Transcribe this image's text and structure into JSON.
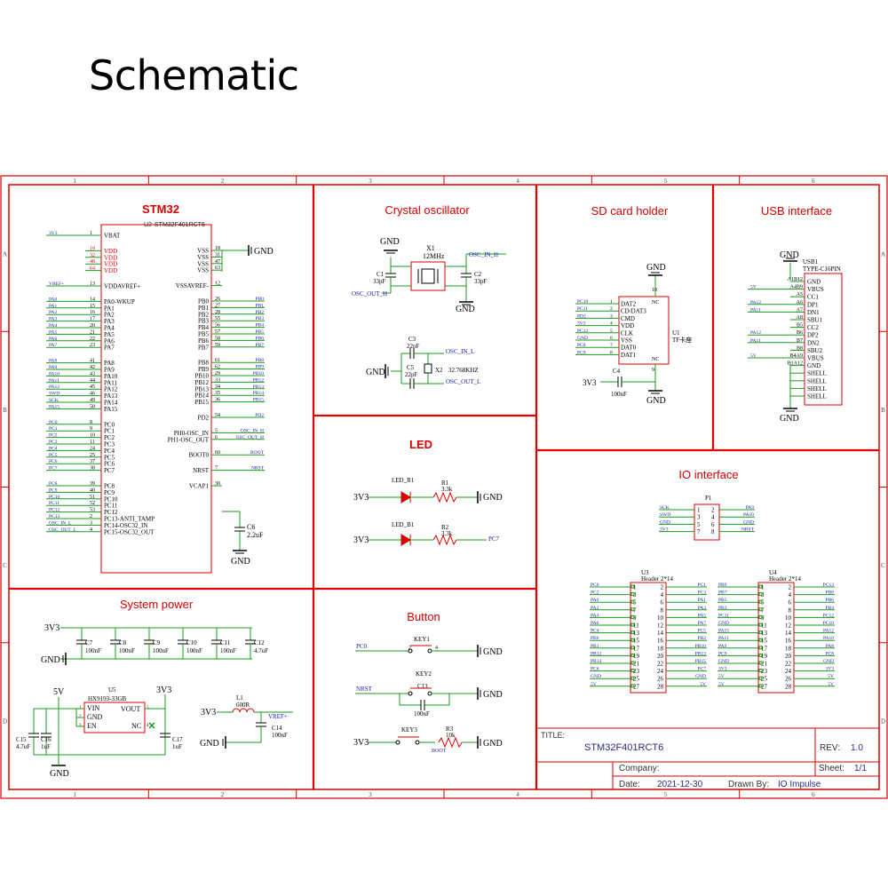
{
  "page_title": "Schematic",
  "border_cols": [
    "1",
    "2",
    "3",
    "4",
    "5",
    "6"
  ],
  "border_rows": [
    "A",
    "B",
    "C",
    "D"
  ],
  "sections": {
    "stm32": "STM32",
    "crystal": "Crystal oscillator",
    "sd": "SD card holder",
    "usb": "USB interface",
    "led": "LED",
    "io": "IO interface",
    "power": "System power",
    "button": "Button"
  },
  "stm32": {
    "ref": "U2",
    "part": "STM32F401RCT6",
    "left_groups": [
      [
        {
          "net": "3V3",
          "num": "1",
          "pin": "VBAT"
        }
      ],
      [
        {
          "net": "",
          "num": "19",
          "pin": "VDD",
          "red": true
        },
        {
          "net": "",
          "num": "32",
          "pin": "VDD",
          "red": true
        },
        {
          "net": "",
          "num": "48",
          "pin": "VDD",
          "red": true
        },
        {
          "net": "",
          "num": "64",
          "pin": "VDD",
          "red": true
        }
      ],
      [
        {
          "net": "VREF+",
          "num": "13",
          "pin": "VDDAVREF+"
        }
      ],
      [
        {
          "net": "PA0",
          "num": "14",
          "pin": "PA0-WKUP"
        },
        {
          "net": "PA1",
          "num": "15",
          "pin": "PA1"
        },
        {
          "net": "PA2",
          "num": "16",
          "pin": "PA2"
        },
        {
          "net": "PA3",
          "num": "17",
          "pin": "PA3"
        },
        {
          "net": "PA4",
          "num": "20",
          "pin": "PA4"
        },
        {
          "net": "PA5",
          "num": "21",
          "pin": "PA5"
        },
        {
          "net": "PA6",
          "num": "22",
          "pin": "PA6"
        },
        {
          "net": "PA7",
          "num": "23",
          "pin": "PA7"
        }
      ],
      [
        {
          "net": "PA8",
          "num": "41",
          "pin": "PA8"
        },
        {
          "net": "PA9",
          "num": "42",
          "pin": "PA9"
        },
        {
          "net": "PA10",
          "num": "43",
          "pin": "PA10"
        },
        {
          "net": "PA11",
          "num": "44",
          "pin": "PA11"
        },
        {
          "net": "PA12",
          "num": "45",
          "pin": "PA12"
        },
        {
          "net": "SWD",
          "num": "46",
          "pin": "PA13"
        },
        {
          "net": "SCK",
          "num": "49",
          "pin": "PA14"
        },
        {
          "net": "PA15",
          "num": "50",
          "pin": "PA15"
        }
      ],
      [
        {
          "net": "PC0",
          "num": "8",
          "pin": "PC0"
        },
        {
          "net": "PC1",
          "num": "9",
          "pin": "PC1"
        },
        {
          "net": "PC2",
          "num": "10",
          "pin": "PC2"
        },
        {
          "net": "PC3",
          "num": "11",
          "pin": "PC3"
        },
        {
          "net": "PC4",
          "num": "24",
          "pin": "PC4"
        },
        {
          "net": "PC5",
          "num": "25",
          "pin": "PC5"
        },
        {
          "net": "PC6",
          "num": "37",
          "pin": "PC6"
        },
        {
          "net": "PC7",
          "num": "38",
          "pin": "PC7"
        }
      ],
      [
        {
          "net": "PC8",
          "num": "39",
          "pin": "PC8"
        },
        {
          "net": "PC9",
          "num": "40",
          "pin": "PC9"
        },
        {
          "net": "PC10",
          "num": "51",
          "pin": "PC10"
        },
        {
          "net": "PC11",
          "num": "52",
          "pin": "PC11"
        },
        {
          "net": "PC12",
          "num": "53",
          "pin": "PC12"
        },
        {
          "net": "PC13",
          "num": "2",
          "pin": "PC13-ANTI_TAMP"
        },
        {
          "net": "OSC_IN_L",
          "num": "3",
          "pin": "PC14-OSC32_IN"
        },
        {
          "net": "OSC_OUT_L",
          "num": "4",
          "pin": "PC15-OSC32_OUT"
        }
      ]
    ],
    "right_groups": [
      [
        {
          "net": "",
          "num": "18",
          "pin": "VSS"
        },
        {
          "net": "",
          "num": "31",
          "pin": "VSS"
        },
        {
          "net": "",
          "num": "47",
          "pin": "VSS"
        },
        {
          "net": "",
          "num": "63",
          "pin": "VSS"
        }
      ],
      [
        {
          "net": "",
          "num": "12",
          "pin": "VSSAVREF-"
        }
      ],
      [
        {
          "net": "PB0",
          "num": "26",
          "pin": "PB0"
        },
        {
          "net": "PB1",
          "num": "27",
          "pin": "PB1"
        },
        {
          "net": "PB2",
          "num": "28",
          "pin": "PB2"
        },
        {
          "net": "PB3",
          "num": "55",
          "pin": "PB3"
        },
        {
          "net": "PB4",
          "num": "56",
          "pin": "PB4"
        },
        {
          "net": "PB5",
          "num": "57",
          "pin": "PB5"
        },
        {
          "net": "PB6",
          "num": "58",
          "pin": "PB6"
        },
        {
          "net": "PB7",
          "num": "59",
          "pin": "PB7"
        }
      ],
      [
        {
          "net": "PB8",
          "num": "61",
          "pin": "PB8"
        },
        {
          "net": "PB9",
          "num": "62",
          "pin": "PB9"
        },
        {
          "net": "PB10",
          "num": "29",
          "pin": "PB10"
        },
        {
          "net": "PB12",
          "num": "33",
          "pin": "PB12"
        },
        {
          "net": "PB13",
          "num": "34",
          "pin": "PB13"
        },
        {
          "net": "PB14",
          "num": "35",
          "pin": "PB14"
        },
        {
          "net": "PB15",
          "num": "36",
          "pin": "PB15"
        }
      ],
      [
        {
          "net": "PD2",
          "num": "54",
          "pin": "PD2"
        }
      ],
      [
        {
          "net": "OSC_IN_H",
          "num": "5",
          "pin": "PH0-OSC_IN"
        },
        {
          "net": "OSC_OUT_H",
          "num": "6",
          "pin": "PH1-OSC_OUT"
        }
      ],
      [
        {
          "net": "BOOT",
          "num": "60",
          "pin": "BOOT0"
        }
      ],
      [
        {
          "net": "NRST",
          "num": "7",
          "pin": "NRST"
        }
      ],
      [
        {
          "net": "",
          "num": "30",
          "pin": "VCAP1"
        }
      ]
    ],
    "gnd": "GND",
    "c6_ref": "C6",
    "c6_val": "2.2uF",
    "c6_gnd": "GND"
  },
  "crystal": {
    "x1_ref": "X1",
    "x1_val": "12MHz",
    "c1_ref": "C1",
    "c1_val": "33pF",
    "c2_ref": "C2",
    "c2_val": "33pF",
    "osc_in_h": "OSC_IN_H",
    "osc_out_h": "OSC_OUT_H",
    "gnd": "GND",
    "c3_ref": "C3",
    "c3_val": "22pF",
    "c5_ref": "C5",
    "c5_val": "22pF",
    "x2_ref": "X2",
    "x2_val": "32.768KHZ",
    "osc_in_l": "OSC_IN_L",
    "osc_out_l": "OSC_OUT_L"
  },
  "sd": {
    "nets": [
      "PC10",
      "PC11",
      "PD2",
      "3V3",
      "PC12",
      "GND",
      "PC8",
      "PC9"
    ],
    "pins_num": [
      "1",
      "2",
      "3",
      "4",
      "5",
      "6",
      "7",
      "8"
    ],
    "pins_name": [
      "DAT2",
      "CD/DAT3",
      "CMD",
      "VDD",
      "CLK",
      "VSS",
      "DAT0",
      "DAT1"
    ],
    "ref": "U1",
    "part": "TF卡座",
    "top_pin": "10",
    "bottom_pin": "9",
    "nc": "NC",
    "gnd": "GND",
    "c4_net": "3V3",
    "c4_ref": "C4",
    "c4_val": "100nF"
  },
  "usb": {
    "ref": "USB1",
    "part": "TYPE-C16PIN",
    "pins": [
      {
        "net": "",
        "num": "A1B12",
        "name": "GND"
      },
      {
        "net": "5V",
        "num": "A4B9",
        "name": "VBUS"
      },
      {
        "net": "",
        "num": "A5",
        "name": "CC1"
      },
      {
        "net": "PA12",
        "num": "A6",
        "name": "DP1"
      },
      {
        "net": "PA11",
        "num": "A7",
        "name": "DN1"
      },
      {
        "net": "",
        "num": "A8",
        "name": "SBU1"
      },
      {
        "net": "",
        "num": "B5",
        "name": "CC2"
      },
      {
        "net": "PA12",
        "num": "B6",
        "name": "DP2"
      },
      {
        "net": "PA11",
        "num": "B7",
        "name": "DN2"
      },
      {
        "net": "",
        "num": "B8",
        "name": "SBU2"
      },
      {
        "net": "5V",
        "num": "B4A9",
        "name": "VBUS"
      },
      {
        "net": "",
        "num": "B1A12",
        "name": "GND"
      },
      {
        "net": "",
        "num": "",
        "name": "SHELL"
      },
      {
        "net": "",
        "num": "",
        "name": "SHELL"
      },
      {
        "net": "",
        "num": "",
        "name": "SHELL"
      },
      {
        "net": "",
        "num": "",
        "name": "SHELL"
      }
    ],
    "gnd_top": "GND",
    "gnd_bottom": "GND"
  },
  "led": {
    "r1_led": "LED_R1",
    "r1_ref": "R1",
    "r1_val": "3.3k",
    "b1_led": "LED_B1",
    "r2_ref": "R2",
    "r2_val": "3.3k",
    "v3": "3V3",
    "gnd": "GND",
    "pc7": "PC7"
  },
  "io": {
    "p1_ref": "P1",
    "p1_left": [
      {
        "net": "SCK",
        "num": "1"
      },
      {
        "net": "SWD",
        "num": "3"
      },
      {
        "net": "GND",
        "num": "5"
      },
      {
        "net": "3V3",
        "num": "7"
      }
    ],
    "p1_right": [
      {
        "net": "PA9",
        "num": "2"
      },
      {
        "net": "PA10",
        "num": "4"
      },
      {
        "net": "GND",
        "num": "6"
      },
      {
        "net": "NRST",
        "num": "8"
      }
    ],
    "u3_ref": "U3",
    "u3_part": "Header 2*14",
    "u4_ref": "U4",
    "u4_part": "Header 2*14",
    "u3_left": [
      "PC0",
      "PC2",
      "PA0",
      "PA2",
      "PA4",
      "PA6",
      "PC4",
      "PB0",
      "PB1",
      "PB12",
      "PB14",
      "PC6",
      "GND",
      "5V"
    ],
    "u3_right": [
      "PC1",
      "PC3",
      "PA1",
      "PA3",
      "PA5",
      "PA7",
      "PC5",
      "PB2",
      "PB10",
      "PB13",
      "PB15",
      "PC7",
      "GND",
      "5V"
    ],
    "u4_left": [
      "PB9",
      "PB7",
      "PB5",
      "PB3",
      "PC11",
      "GND",
      "PA15",
      "PA11",
      "PA9",
      "PC9",
      "GND",
      "3V3",
      "5V",
      "5V"
    ],
    "u4_right": [
      "PC13",
      "PB8",
      "PB6",
      "PB4",
      "PC12",
      "PC10",
      "PA12",
      "PA10",
      "PA8",
      "PC8",
      "GND",
      "3V3",
      "5V",
      "5V"
    ]
  },
  "power": {
    "v3": "3V3",
    "gnd": "GND",
    "caps": [
      {
        "ref": "C7",
        "val": "100nF"
      },
      {
        "ref": "C8",
        "val": "100nF"
      },
      {
        "ref": "C9",
        "val": "100nF"
      },
      {
        "ref": "C10",
        "val": "100nF"
      },
      {
        "ref": "C11",
        "val": "100nF"
      },
      {
        "ref": "C12",
        "val": "4.7uF"
      }
    ],
    "u5_ref": "U5",
    "u5_part": "HX9193-33GB",
    "u5_pins": {
      "vin": "VIN",
      "gnd": "GND",
      "en": "EN",
      "vout": "VOUT",
      "nc": "NC",
      "p1": "1",
      "p2": "2",
      "p3": "3",
      "p4": "4",
      "p5": "5"
    },
    "v5": "5V",
    "v3_out": "3V3",
    "c15_ref": "C15",
    "c15_val": "4.7uF",
    "c16_ref": "C16",
    "c16_val": "1uF",
    "c17_ref": "C17",
    "c17_val": "1uF",
    "l1_ref": "L1",
    "l1_val": "600R",
    "c14_ref": "C14",
    "c14_val": "100nF",
    "vref": "VREF+",
    "l_in": "3V3",
    "l_gnd": "GND",
    "gnd2": "GND"
  },
  "button": {
    "pc0": "PC0",
    "key1": "KEY1",
    "gnd": "GND",
    "nrst": "NRST",
    "key2": "KEY2",
    "c13_ref": "C13",
    "c13_val": "100nF",
    "v3": "3V3",
    "key3": "KEY3",
    "r3_ref": "R3",
    "r3_val": "10k",
    "boot": "BOOT",
    "n2": "2",
    "n4": "4"
  },
  "title_block": {
    "title_label": "TITLE:",
    "title": "STM32F401RCT6",
    "rev_label": "REV:",
    "rev": "1.0",
    "company_label": "Company:",
    "company": "",
    "sheet_label": "Sheet:",
    "sheet": "1/1",
    "date_label": "Date:",
    "date": "2021-12-30",
    "drawn_label": "Drawn By:",
    "drawn": "IO Impulse"
  },
  "colors": {
    "frame": "#d80000",
    "wire": "#1a9a1a",
    "netlabel": "#1a1aa8",
    "text": "#000000",
    "red_text": "#e00000"
  }
}
